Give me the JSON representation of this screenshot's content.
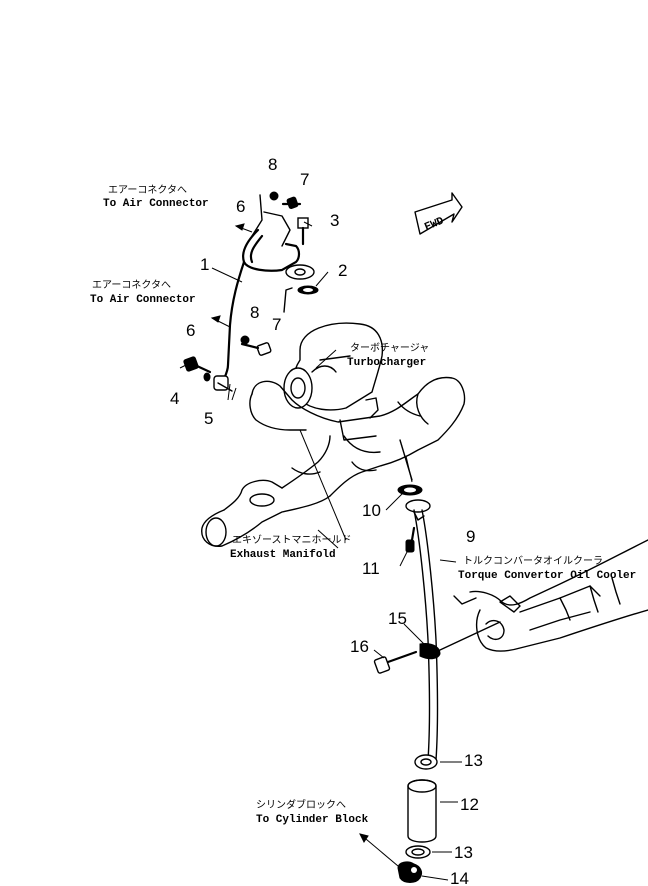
{
  "labels": {
    "to_air_connector_top_jp": "エアーコネクタへ",
    "to_air_connector_top_en": "To Air Connector",
    "to_air_connector_mid_jp": "エアーコネクタへ",
    "to_air_connector_mid_en": "To Air Connector",
    "turbocharger_jp": "ターボチャージャ",
    "turbocharger_en": "Turbocharger",
    "exhaust_manifold_jp": "エキゾーストマニホールド",
    "exhaust_manifold_en": "Exhaust Manifold",
    "torque_converter_jp": "トルクコンバータオイルクーラ",
    "torque_converter_en": "Torque Convertor Oil Cooler",
    "cylinder_block_jp": "シリンダブロックへ",
    "cylinder_block_en": "To Cylinder Block",
    "fwd": "FWD"
  },
  "part_numbers": {
    "p1": "1",
    "p2": "2",
    "p3": "3",
    "p4": "4",
    "p5": "5",
    "p6_top": "6",
    "p6_mid": "6",
    "p7_top": "7",
    "p7_mid": "7",
    "p8_top": "8",
    "p8_mid": "8",
    "p9": "9",
    "p10": "10",
    "p11": "11",
    "p12": "12",
    "p13_top": "13",
    "p13_bot": "13",
    "p14": "14",
    "p15": "15",
    "p16": "16"
  }
}
